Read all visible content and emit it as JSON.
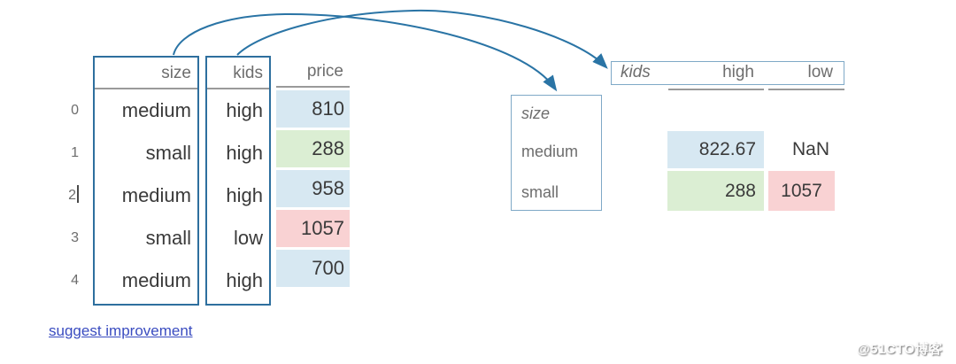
{
  "source_table": {
    "column_headers": [
      "size",
      "kids",
      "price"
    ],
    "row_indices": [
      "0",
      "1",
      "2",
      "3",
      "4"
    ],
    "rows": [
      {
        "size": "medium",
        "kids": "high",
        "price": "810",
        "price_color": "#d7e8f2"
      },
      {
        "size": "small",
        "kids": "high",
        "price": "288",
        "price_color": "#dbeed3"
      },
      {
        "size": "medium",
        "kids": "high",
        "price": "958",
        "price_color": "#d7e8f2"
      },
      {
        "size": "small",
        "kids": "low",
        "price": "1057",
        "price_color": "#f9d2d3"
      },
      {
        "size": "medium",
        "kids": "high",
        "price": "700",
        "price_color": "#d7e8f2"
      }
    ]
  },
  "pivot_table": {
    "column_index_name": "kids",
    "column_headers": [
      "high",
      "low"
    ],
    "row_index_name": "size",
    "row_headers": [
      "medium",
      "small"
    ],
    "rows": [
      [
        "822.67",
        "NaN"
      ],
      [
        "288",
        "1057"
      ]
    ],
    "cell_colors": [
      [
        "#d7e8f2",
        "none"
      ],
      [
        "#dbeed3",
        "#f9d2d3"
      ]
    ]
  },
  "arrows": [
    {
      "from": "source-size-column",
      "to": "pivot-row-index-box"
    },
    {
      "from": "source-kids-column",
      "to": "pivot-column-header-box"
    }
  ],
  "footer": {
    "link_label": "suggest improvement"
  },
  "watermark": "@51CTO博客",
  "colors": {
    "arrow_blue": "#2a74a5",
    "source_box_border": "#2e6f9e",
    "pivot_box_border": "#7fa9c7",
    "header_underline": "#9a9a9a",
    "highlight_blue": "#d7e8f2",
    "highlight_green": "#dbeed3",
    "highlight_pink": "#f9d2d3",
    "link_color": "#3a4cc0"
  }
}
